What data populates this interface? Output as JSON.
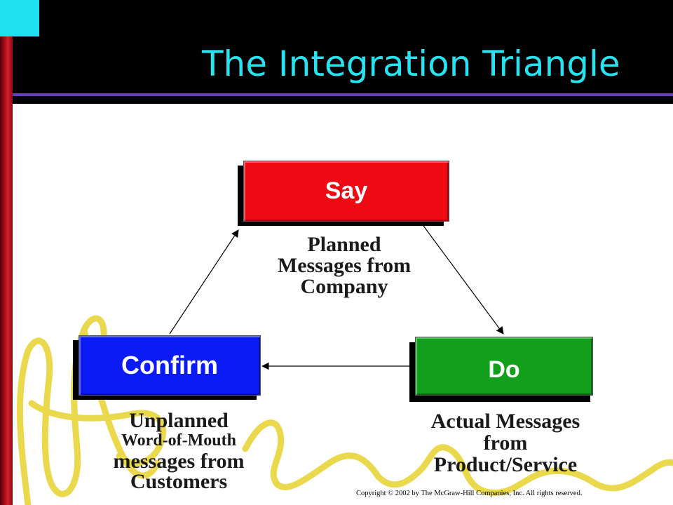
{
  "slide": {
    "title": "The Integration Triangle",
    "copyright": "Copyright © 2002 by The McGraw-Hill Companies, Inc.  All rights reserved."
  },
  "nodes": {
    "say": {
      "label": "Say",
      "color": "#ee0a12"
    },
    "confirm": {
      "label": "Confirm",
      "color": "#0b1bf5"
    },
    "do": {
      "label": "Do",
      "color": "#12a01c"
    }
  },
  "captions": {
    "say": [
      "Planned",
      "Messages from",
      "Company"
    ],
    "confirm": [
      "Unplanned",
      "Word-of-Mouth",
      "messages from",
      "Customers"
    ],
    "do": [
      "Actual Messages",
      "from",
      "Product/Service"
    ]
  },
  "colors": {
    "accent_cyan": "#27e3f0",
    "header_rule": "#6a3fb0",
    "scribble": "#e8d43a"
  }
}
